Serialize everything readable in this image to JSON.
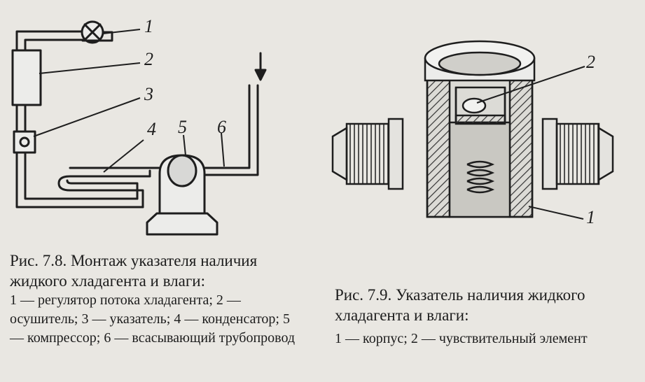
{
  "figure1": {
    "callouts": [
      "1",
      "2",
      "3",
      "4",
      "5",
      "6"
    ],
    "caption_title": "Рис. 7.8. Монтаж указателя наличия жидкого хладагента и влаги:",
    "caption_legend": "1 — регулятор потока хладагента; 2 — осушитель; 3 — указатель; 4 — конденсатор; 5 — компрессор; 6 — всасывающий трубопровод"
  },
  "figure2": {
    "callouts": [
      "1",
      "2"
    ],
    "caption_title": "Рис. 7.9. Указатель наличия жидкого хладагента и влаги:",
    "caption_legend": "1 — корпус; 2 — чувствительный элемент"
  }
}
